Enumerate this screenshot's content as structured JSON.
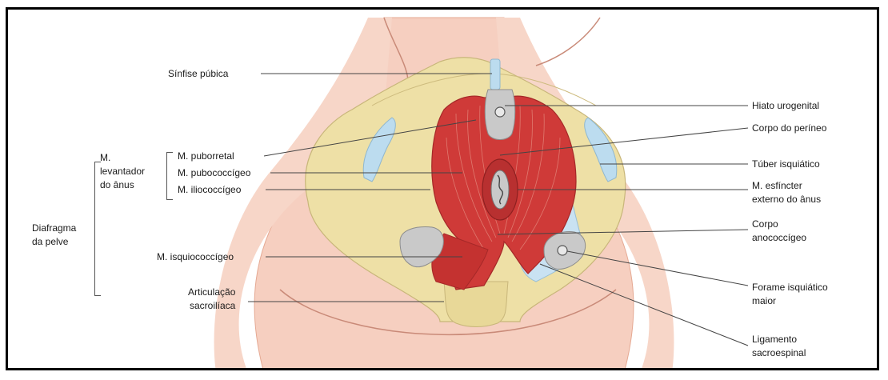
{
  "labels": {
    "sinfise_pubica": "Sínfise púbica",
    "hiato_urogenital": "Hiato urogenital",
    "corpo_perineo": "Corpo do períneo",
    "tuber_isquiatico": "Túber isquiático",
    "esfincter_line1": "M. esfíncter",
    "esfincter_line2": "externo do ânus",
    "corpo_anococcigeo_line1": "Corpo",
    "corpo_anococcigeo_line2": "anococcígeo",
    "forame_line1": "Forame isquiático",
    "forame_line2": "maior",
    "ligamento_line1": "Ligamento",
    "ligamento_line2": "sacroespinal",
    "puborretal": "M. puborretal",
    "pubococcigeo": "M. pubococcígeo",
    "iliococcigeo": "M. iliococcígeo",
    "levantador_line1": "M.",
    "levantador_line2": "levantador",
    "levantador_line3": "do ânus",
    "diafragma_line1": "Diafragma",
    "diafragma_line2": "da pelve",
    "isquiococcigeo": "M. isquiococcígeo",
    "articulacao_line1": "Articulação",
    "articulacao_line2": "sacroilíaca"
  },
  "colors": {
    "skin": "#f6cfc0",
    "bone": "#eee0a6",
    "bone_dark": "#d8c78a",
    "muscle": "#cf3a38",
    "muscle_dark": "#a52828",
    "cartilage": "#bcdcef",
    "ligament": "#c9e2f2",
    "foramen": "#c9c9c9",
    "leader": "#444444"
  }
}
